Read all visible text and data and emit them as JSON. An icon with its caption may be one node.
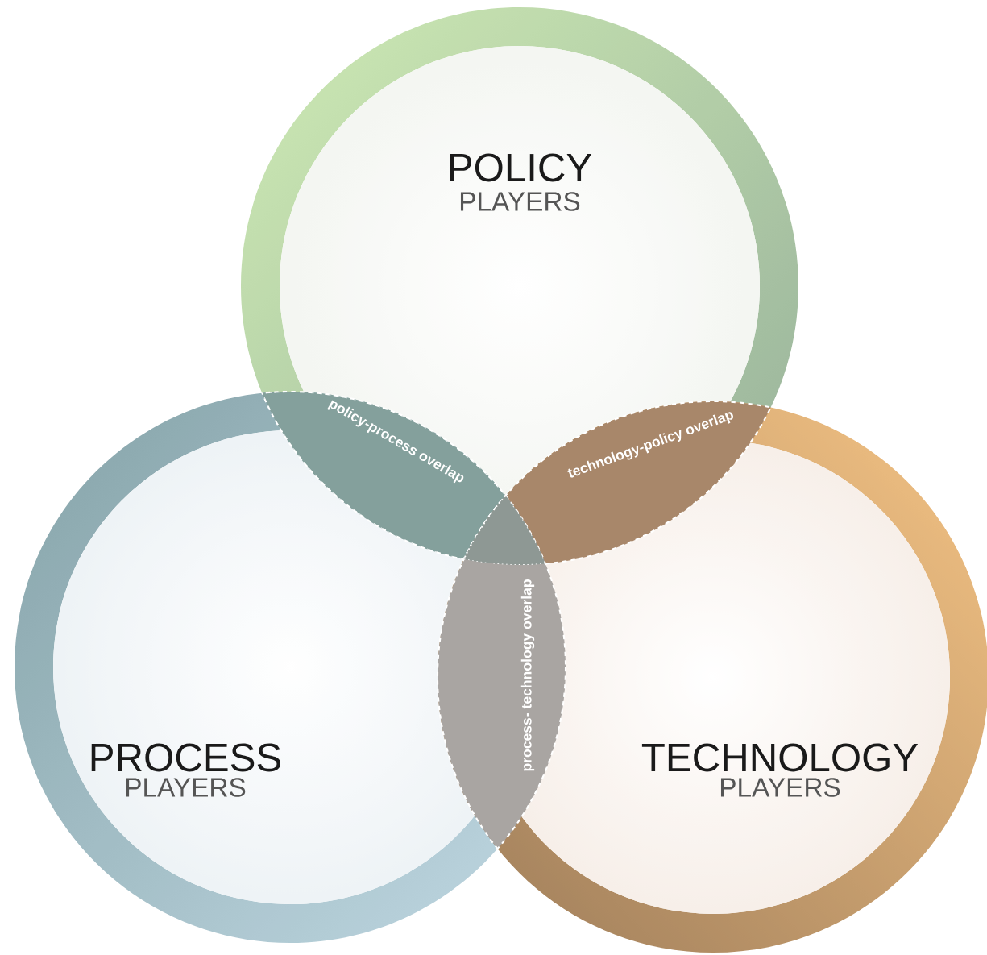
{
  "diagram": {
    "nodes": [
      {
        "text": [
          "POLICY",
          "PLAYERS"
        ]
      },
      {
        "text": [
          "PROCESS",
          "PLAYERS"
        ]
      },
      {
        "text": [
          "TECHNOLOGY",
          "PLAYERS"
        ]
      }
    ],
    "labels": [
      "policy-process overlap",
      "technology-policy overlap",
      "process- technology overlap"
    ]
  }
}
